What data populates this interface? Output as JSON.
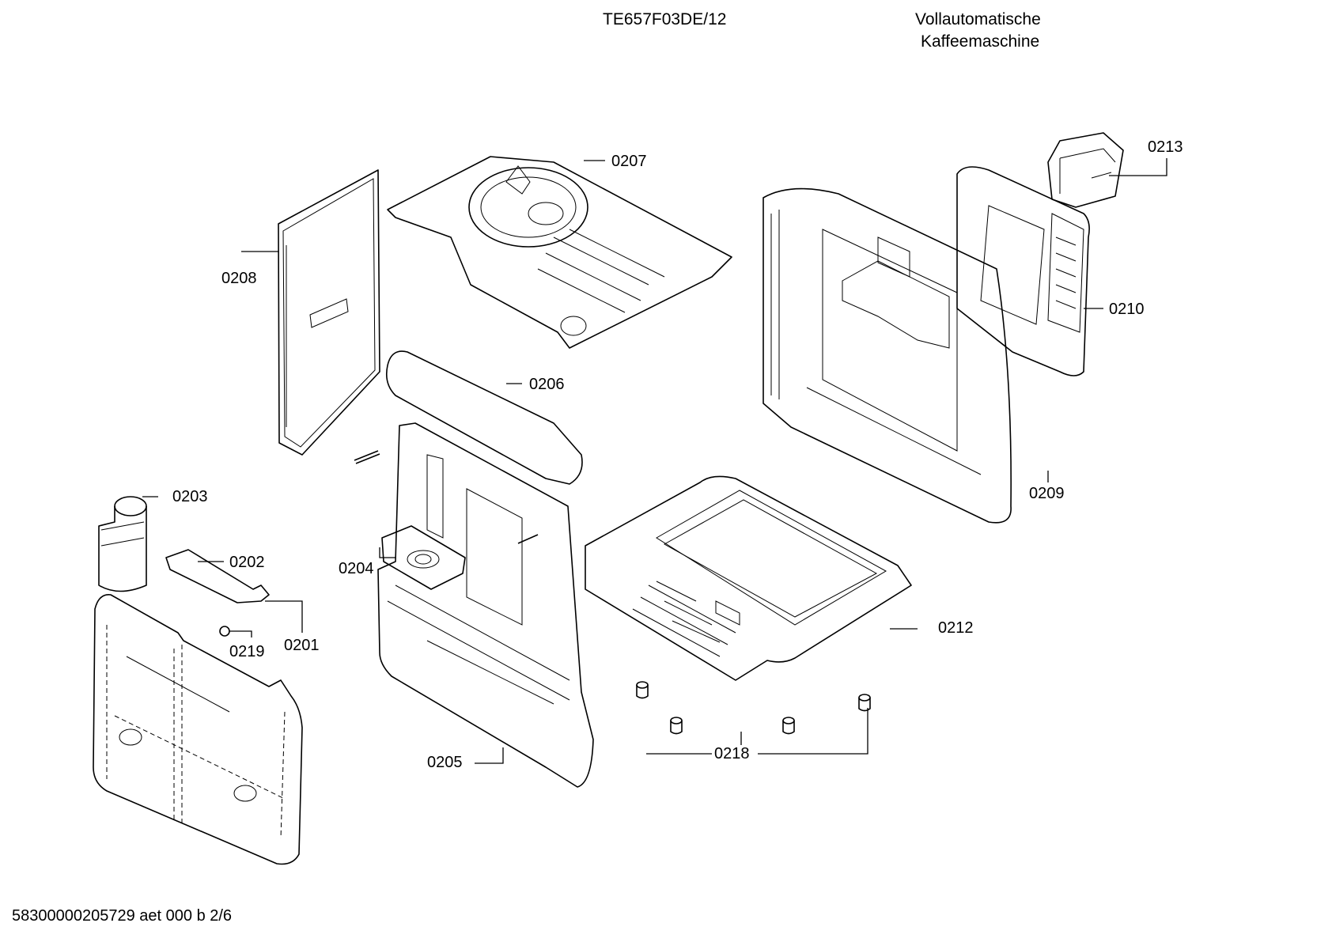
{
  "header": {
    "model": "TE657F03DE/12",
    "description_line1": "Vollautomatische",
    "description_line2": "Kaffeemaschine"
  },
  "footer": {
    "document_id": "58300000205729 aet 000 b 2/6"
  },
  "parts": {
    "p0201": "0201",
    "p0202": "0202",
    "p0203": "0203",
    "p0204": "0204",
    "p0205": "0205",
    "p0206": "0206",
    "p0207": "0207",
    "p0208": "0208",
    "p0209": "0209",
    "p0210": "0210",
    "p0212": "0212",
    "p0213": "0213",
    "p0218": "0218",
    "p0219": "0219"
  }
}
